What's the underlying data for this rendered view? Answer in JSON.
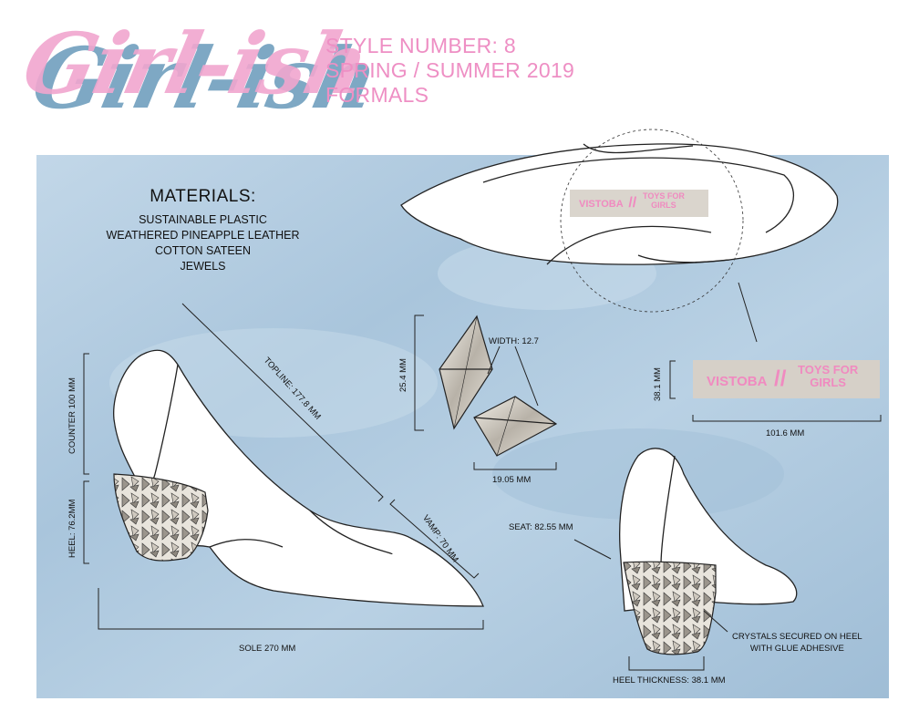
{
  "brand": {
    "logo_text": "Girl-ish"
  },
  "style": {
    "line1": "STYLE NUMBER: 8",
    "line2": "SPRING / SUMMER 2019",
    "line3": "FORMALS"
  },
  "materials": {
    "heading": "MATERIALS:",
    "items": [
      "SUSTAINABLE PLASTIC",
      "WEATHERED PINEAPPLE LEATHER",
      "COTTON SATEEN",
      "JEWELS"
    ]
  },
  "labels": {
    "counter": "COUNTER 100 MM",
    "heel": "HEEL: 76.2MM",
    "topline": "TOPLINE: 177.8 MM",
    "vamp": "VAMP: 70 MM",
    "sole": "SOLE 270 MM",
    "crystal_height": "25.4 MM",
    "crystal_width": "WIDTH: 12.7",
    "crystal_base": "19.05 MM",
    "label_height": "38.1 MM",
    "label_width": "101.6 MM",
    "seat": "SEAT: 82.55 MM",
    "crystals_note_1": "CRYSTALS SECURED ON HEEL",
    "crystals_note_2": "WITH GLUE ADHESIVE",
    "heel_thickness": "HEEL THICKNESS: 38.1 MM"
  },
  "insole_label": {
    "left": "VISTOBA",
    "sep": "//",
    "right_1": "TOYS FOR",
    "right_2": "GIRLS"
  },
  "colors": {
    "board_blue": "#b3cde2",
    "pink": "#ee8fc4",
    "logo_blue": "#7ea8c4",
    "label_bg": "#d6d0c8"
  }
}
